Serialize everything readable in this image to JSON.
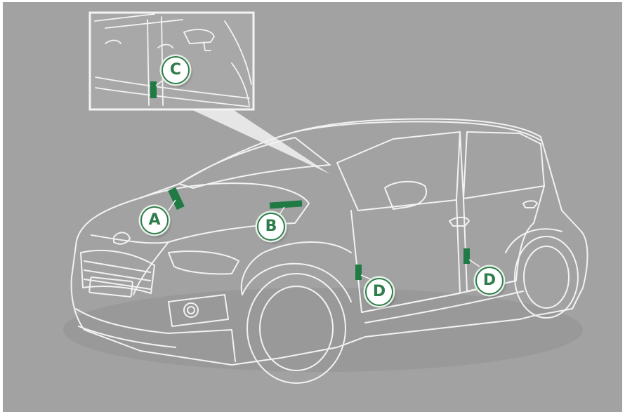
{
  "diagram": {
    "callouts": {
      "a": "A",
      "b": "B",
      "c": "C",
      "d_front_door": "D",
      "d_rear_door": "D"
    },
    "colors": {
      "background": "#a3a2a2",
      "outline": "#f4f4f4",
      "marker": "#1f7a44",
      "callout_ring": "#2e7d4a"
    }
  }
}
